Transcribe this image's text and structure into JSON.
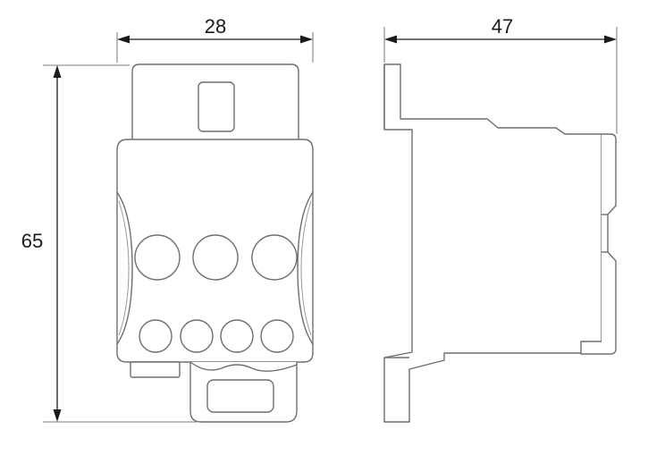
{
  "dimensions": {
    "width_front": "28",
    "height": "65",
    "depth_side": "47"
  }
}
